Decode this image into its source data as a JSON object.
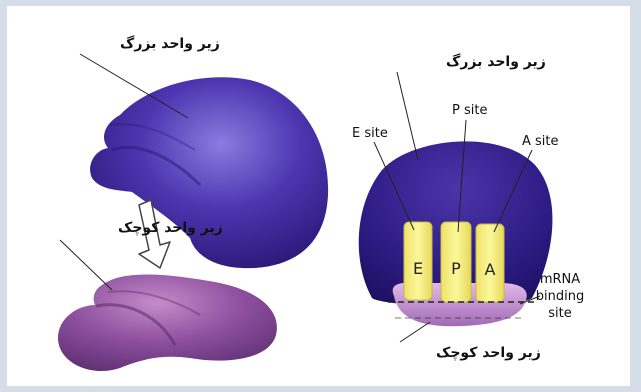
{
  "left_figure": {
    "large_subunit_label": "زیر واحد بزرگ",
    "small_subunit_label": "زیر واحد کوچک"
  },
  "right_figure": {
    "large_subunit_label": "زیر واحد بزرگ",
    "small_subunit_label": "زیر واحد کوچک",
    "e_site_label": "E site",
    "p_site_label": "P site",
    "a_site_label": "A site",
    "mrna_label_line1": "mRNA",
    "mrna_label_line2": "binding",
    "mrna_label_line3": "site",
    "tile_e": "E",
    "tile_p": "P",
    "tile_a": "A"
  },
  "colors": {
    "large_subunit": "#3a2590",
    "small_subunit": "#8a4f9c",
    "site_tile": "#f7ee7a",
    "background": "#d4dde8"
  }
}
